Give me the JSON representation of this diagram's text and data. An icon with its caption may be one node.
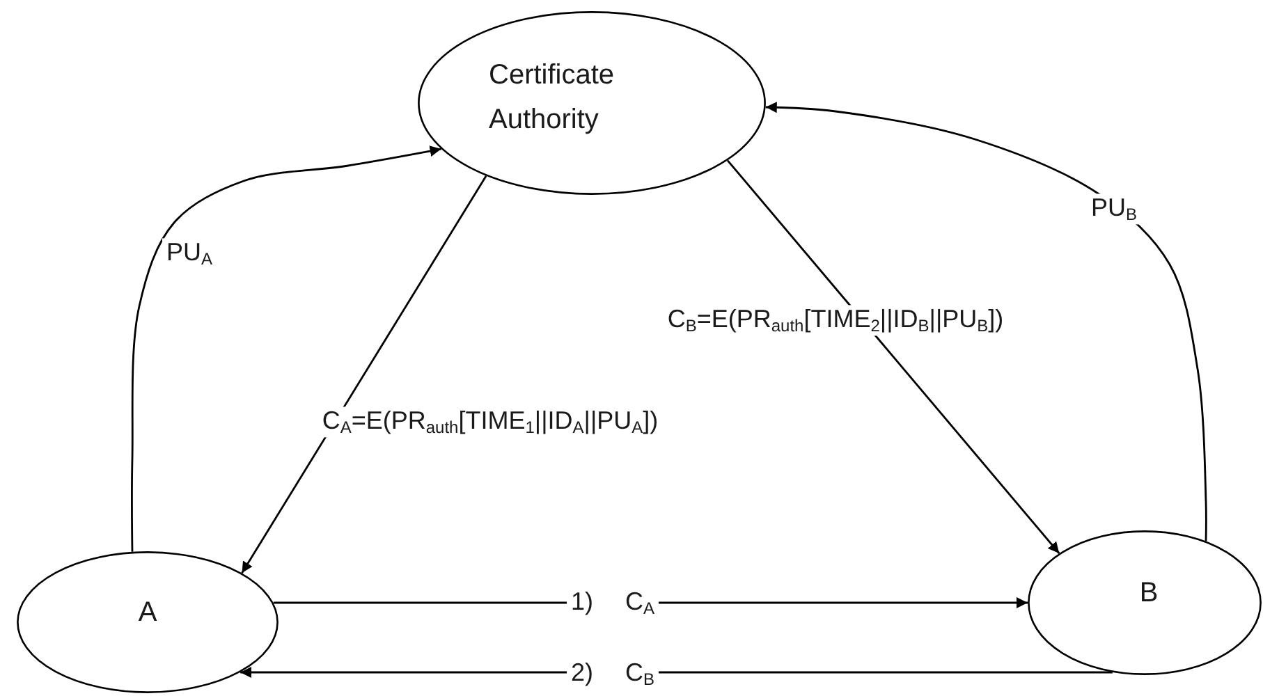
{
  "diagram": {
    "nodes": [
      {
        "text": [
          "Certificate Authority"
        ]
      },
      {
        "text": [
          "A"
        ]
      },
      {
        "text": [
          "B"
        ]
      }
    ],
    "edges": [
      {
        "from": 1,
        "to": 0,
        "arrow": "to",
        "label": "PU$_{A}$"
      },
      {
        "from": 2,
        "to": 0,
        "arrow": "to",
        "label": "PU$_{B}$"
      },
      {
        "from": 0,
        "to": 1,
        "arrow": "to",
        "label": "C$_{A}$=E(PR$_{auth}$[TIME$_{1}$||ID$_{A}$||PU$_{A}$])"
      },
      {
        "from": 0,
        "to": 2,
        "arrow": "to",
        "label": "C$_{B}$=E(PR$_{auth}$[TIME$_{2}$||ID$_{B}$||PU$_{B}$])"
      },
      {
        "from": 1,
        "to": 2,
        "arrow": "to",
        "label": "1) C$_{A}$"
      },
      {
        "from": 2,
        "to": 1,
        "arrow": "to",
        "label": "2) C$_{B}$"
      }
    ]
  }
}
